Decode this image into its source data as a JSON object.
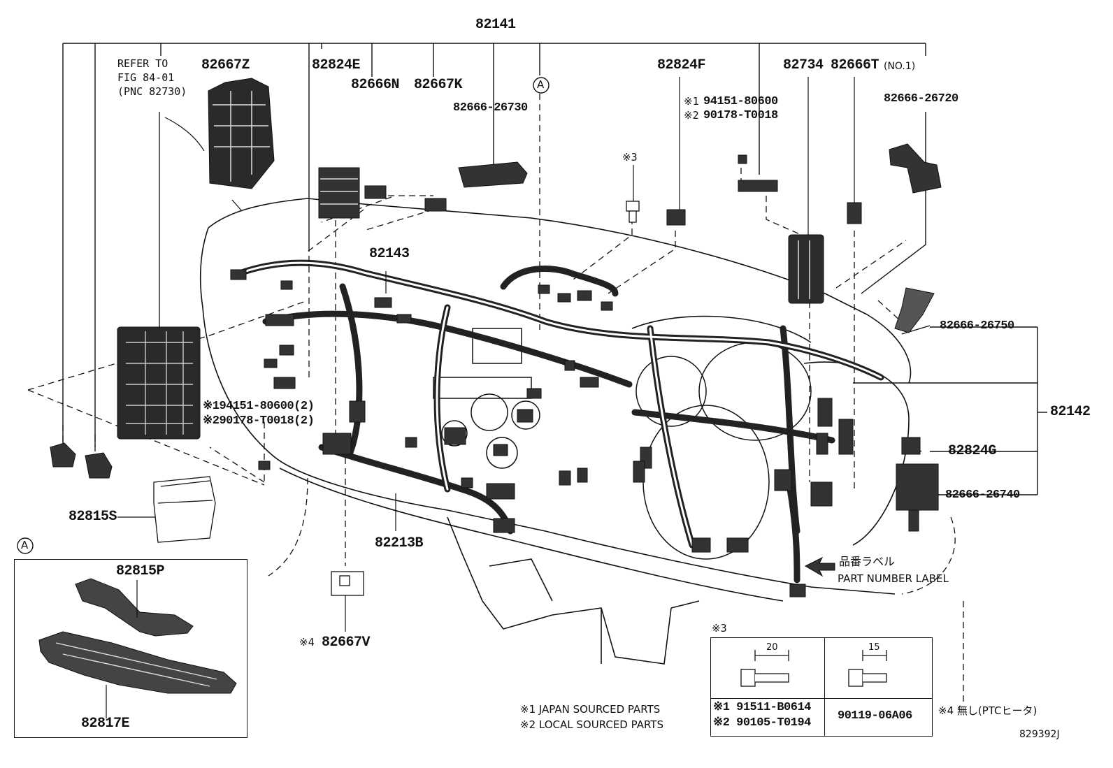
{
  "diagram_id": "829392J",
  "circle_marker": "A",
  "labels": {
    "main_harness": "82141",
    "refer_line1": "REFER TO",
    "refer_line2": "FIG 84-01",
    "refer_line3": "(PNC 82730)",
    "p82667Z": "82667Z",
    "p82824E": "82824E",
    "p82666N": "82666N",
    "p82667K": "82667K",
    "p82666_26730": "82666-26730",
    "p82824F": "82824F",
    "note1_a": "※1",
    "bolt_j": "94151-80600",
    "note2_a": "※2",
    "bolt_l": "90178-T0018",
    "p82734": "82734",
    "p82666T": "82666T",
    "no1": "(NO.1)",
    "p82666_26720": "82666-26720",
    "note3_mark": "※3",
    "p82143": "82143",
    "p82666_26750": "82666-26750",
    "p82142": "82142",
    "p82824G": "82824G",
    "p82666_26740": "82666-26740",
    "left_bolt_j": "※194151-80600(2)",
    "left_bolt_l": "※290178-T0018(2)",
    "p82815S": "82815S",
    "p82213B": "82213B",
    "label_jp": "品番ラベル",
    "label_en": "PART NUMBER LABEL",
    "note4_mark": "※4",
    "p82667V": "82667V",
    "p82815P": "82815P",
    "p82817E": "82817E",
    "legend1": "※1 JAPAN SOURCED PARTS",
    "legend2": "※2 LOCAL SOURCED PARTS",
    "note4_text": "※4 無し(PTCヒータ)"
  },
  "bolt_table": {
    "title": "※3",
    "col1_dim": "20",
    "col2_dim": "15",
    "col1_part1": "※1 91511-B0614",
    "col1_part2": "※2 90105-T0194",
    "col2_part": "90119-06A06"
  }
}
